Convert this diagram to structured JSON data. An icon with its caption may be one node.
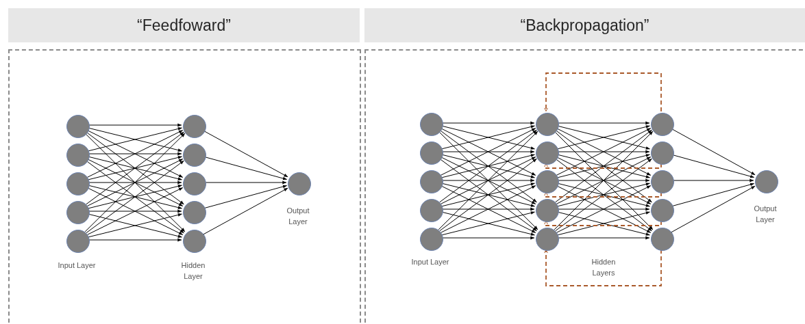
{
  "diagram": {
    "nodes": [
      {
        "text": [
          "“Feedfoward”"
        ]
      },
      {
        "text": [
          "“Backpropagation”"
        ]
      },
      {
        "text": [],
        "shape": "box"
      },
      {
        "text": [],
        "shape": "circle",
        "in": 2
      },
      {
        "text": [],
        "shape": "circle",
        "in": 2
      },
      {
        "text": [],
        "shape": "circle",
        "in": 2
      },
      {
        "text": [],
        "shape": "circle",
        "in": 2
      },
      {
        "text": [],
        "shape": "circle",
        "in": 2
      },
      {
        "text": [],
        "shape": "circle",
        "in": 2
      },
      {
        "text": [],
        "shape": "circle",
        "in": 2
      },
      {
        "text": [],
        "shape": "circle",
        "in": 2
      },
      {
        "text": [],
        "shape": "circle",
        "in": 2
      },
      {
        "text": [],
        "shape": "circle",
        "in": 2
      },
      {
        "text": [],
        "shape": "circle",
        "in": 2
      },
      {
        "text": [],
        "shape": "box"
      },
      {
        "text": [],
        "shape": "circle",
        "in": 14
      },
      {
        "text": [],
        "shape": "circle",
        "in": 14
      },
      {
        "text": [],
        "shape": "circle",
        "in": 14
      },
      {
        "text": [],
        "shape": "circle",
        "in": 14
      },
      {
        "text": [],
        "shape": "circle",
        "in": 14
      },
      {
        "text": [],
        "shape": "circle",
        "in": 14
      },
      {
        "text": [],
        "shape": "circle",
        "in": 14
      },
      {
        "text": [],
        "shape": "circle",
        "in": 14
      },
      {
        "text": [],
        "shape": "circle",
        "in": 14
      },
      {
        "text": [],
        "shape": "circle",
        "in": 14
      },
      {
        "text": [],
        "shape": "circle",
        "in": 14
      },
      {
        "text": [],
        "shape": "circle",
        "in": 14
      },
      {
        "text": [],
        "shape": "circle",
        "in": 14
      },
      {
        "text": [],
        "shape": "circle",
        "in": 14
      },
      {
        "text": [],
        "shape": "circle",
        "in": 14
      },
      {
        "text": [],
        "shape": "circle",
        "in": 14
      }
    ],
    "edges": [
      {
        "from": 3,
        "to": 8,
        "arrow": "to"
      },
      {
        "from": 3,
        "to": 9,
        "arrow": "to"
      },
      {
        "from": 3,
        "to": 10,
        "arrow": "to"
      },
      {
        "from": 3,
        "to": 11,
        "arrow": "to"
      },
      {
        "from": 3,
        "to": 12,
        "arrow": "to"
      },
      {
        "from": 4,
        "to": 8,
        "arrow": "to"
      },
      {
        "from": 4,
        "to": 9,
        "arrow": "to"
      },
      {
        "from": 4,
        "to": 10,
        "arrow": "to"
      },
      {
        "from": 4,
        "to": 11,
        "arrow": "to"
      },
      {
        "from": 4,
        "to": 12,
        "arrow": "to"
      },
      {
        "from": 5,
        "to": 8,
        "arrow": "to"
      },
      {
        "from": 5,
        "to": 9,
        "arrow": "to"
      },
      {
        "from": 5,
        "to": 10,
        "arrow": "to"
      },
      {
        "from": 5,
        "to": 11,
        "arrow": "to"
      },
      {
        "from": 5,
        "to": 12,
        "arrow": "to"
      },
      {
        "from": 6,
        "to": 8,
        "arrow": "to"
      },
      {
        "from": 6,
        "to": 9,
        "arrow": "to"
      },
      {
        "from": 6,
        "to": 10,
        "arrow": "to"
      },
      {
        "from": 6,
        "to": 11,
        "arrow": "to"
      },
      {
        "from": 6,
        "to": 12,
        "arrow": "to"
      },
      {
        "from": 7,
        "to": 8,
        "arrow": "to"
      },
      {
        "from": 7,
        "to": 9,
        "arrow": "to"
      },
      {
        "from": 7,
        "to": 10,
        "arrow": "to"
      },
      {
        "from": 7,
        "to": 11,
        "arrow": "to"
      },
      {
        "from": 7,
        "to": 12,
        "arrow": "to"
      },
      {
        "from": 8,
        "to": 13,
        "arrow": "to"
      },
      {
        "from": 9,
        "to": 13,
        "arrow": "to"
      },
      {
        "from": 10,
        "to": 13,
        "arrow": "to"
      },
      {
        "from": 11,
        "to": 13,
        "arrow": "to"
      },
      {
        "from": 12,
        "to": 13,
        "arrow": "to"
      },
      {
        "from": 15,
        "to": 20,
        "arrow": "to"
      },
      {
        "from": 15,
        "to": 21,
        "arrow": "to"
      },
      {
        "from": 15,
        "to": 22,
        "arrow": "to"
      },
      {
        "from": 15,
        "to": 23,
        "arrow": "to"
      },
      {
        "from": 15,
        "to": 24,
        "arrow": "to"
      },
      {
        "from": 16,
        "to": 20,
        "arrow": "to"
      },
      {
        "from": 16,
        "to": 21,
        "arrow": "to"
      },
      {
        "from": 16,
        "to": 22,
        "arrow": "to"
      },
      {
        "from": 16,
        "to": 23,
        "arrow": "to"
      },
      {
        "from": 16,
        "to": 24,
        "arrow": "to"
      },
      {
        "from": 17,
        "to": 20,
        "arrow": "to"
      },
      {
        "from": 17,
        "to": 21,
        "arrow": "to"
      },
      {
        "from": 17,
        "to": 22,
        "arrow": "to"
      },
      {
        "from": 17,
        "to": 23,
        "arrow": "to"
      },
      {
        "from": 17,
        "to": 24,
        "arrow": "to"
      },
      {
        "from": 18,
        "to": 20,
        "arrow": "to"
      },
      {
        "from": 18,
        "to": 21,
        "arrow": "to"
      },
      {
        "from": 18,
        "to": 22,
        "arrow": "to"
      },
      {
        "from": 18,
        "to": 23,
        "arrow": "to"
      },
      {
        "from": 18,
        "to": 24,
        "arrow": "to"
      },
      {
        "from": 19,
        "to": 20,
        "arrow": "to"
      },
      {
        "from": 19,
        "to": 21,
        "arrow": "to"
      },
      {
        "from": 19,
        "to": 22,
        "arrow": "to"
      },
      {
        "from": 19,
        "to": 23,
        "arrow": "to"
      },
      {
        "from": 19,
        "to": 24,
        "arrow": "to"
      },
      {
        "from": 20,
        "to": 25,
        "arrow": "to"
      },
      {
        "from": 20,
        "to": 26,
        "arrow": "to"
      },
      {
        "from": 20,
        "to": 27,
        "arrow": "to"
      },
      {
        "from": 20,
        "to": 28,
        "arrow": "to"
      },
      {
        "from": 20,
        "to": 29,
        "arrow": "to"
      },
      {
        "from": 21,
        "to": 25,
        "arrow": "to"
      },
      {
        "from": 21,
        "to": 26,
        "arrow": "to"
      },
      {
        "from": 21,
        "to": 27,
        "arrow": "to"
      },
      {
        "from": 21,
        "to": 28,
        "arrow": "to"
      },
      {
        "from": 21,
        "to": 29,
        "arrow": "to"
      },
      {
        "from": 22,
        "to": 25,
        "arrow": "to"
      },
      {
        "from": 22,
        "to": 26,
        "arrow": "to"
      },
      {
        "from": 22,
        "to": 27,
        "arrow": "to"
      },
      {
        "from": 22,
        "to": 28,
        "arrow": "to"
      },
      {
        "from": 22,
        "to": 29,
        "arrow": "to"
      },
      {
        "from": 23,
        "to": 25,
        "arrow": "to"
      },
      {
        "from": 23,
        "to": 26,
        "arrow": "to"
      },
      {
        "from": 23,
        "to": 27,
        "arrow": "to"
      },
      {
        "from": 23,
        "to": 28,
        "arrow": "to"
      },
      {
        "from": 23,
        "to": 29,
        "arrow": "to"
      },
      {
        "from": 24,
        "to": 25,
        "arrow": "to"
      },
      {
        "from": 24,
        "to": 26,
        "arrow": "to"
      },
      {
        "from": 24,
        "to": 27,
        "arrow": "to"
      },
      {
        "from": 24,
        "to": 28,
        "arrow": "to"
      },
      {
        "from": 24,
        "to": 29,
        "arrow": "to"
      },
      {
        "from": 25,
        "to": 30,
        "arrow": "to"
      },
      {
        "from": 26,
        "to": 30,
        "arrow": "to"
      },
      {
        "from": 27,
        "to": 30,
        "arrow": "to"
      },
      {
        "from": 28,
        "to": 30,
        "arrow": "to"
      },
      {
        "from": 29,
        "to": 30,
        "arrow": "to"
      },
      {
        "from": 25,
        "to": 20,
        "arrow": "to",
        "style": "dashed",
        "color": "#a9592a"
      },
      {
        "from": 26,
        "to": 21,
        "arrow": "to",
        "style": "dashed",
        "color": "#a9592a"
      },
      {
        "from": 27,
        "to": 22,
        "arrow": "to",
        "style": "dashed",
        "color": "#a9592a"
      },
      {
        "from": 28,
        "to": 23,
        "arrow": "to",
        "style": "dashed",
        "color": "#a9592a"
      },
      {
        "from": 29,
        "to": 24,
        "arrow": "to",
        "style": "dashed",
        "color": "#a9592a"
      }
    ],
    "labels": [
      "Input Layer",
      "Hidden Layer",
      "Output Layer",
      "Input Layer",
      "Hidden Layers",
      "Output Layer"
    ]
  }
}
